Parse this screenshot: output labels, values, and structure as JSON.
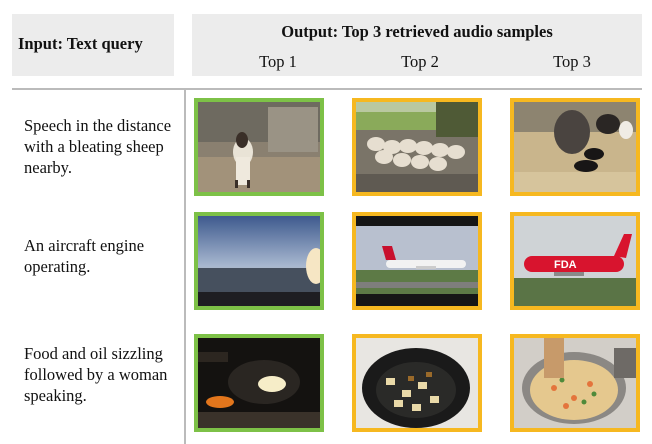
{
  "header": {
    "input_title": "Input: Text query",
    "output_title": "Output: Top 3 retrieved audio samples",
    "columns": [
      "Top 1",
      "Top 2",
      "Top 3"
    ]
  },
  "rows": [
    {
      "query": "Speech in the distance with a bleating sheep nearby.",
      "results": [
        {
          "rank": "Top 1",
          "frame": "goat-standing-in-pen",
          "border": "#7dc147"
        },
        {
          "rank": "Top 2",
          "frame": "flock-of-sheep-on-road",
          "border": "#f6b820"
        },
        {
          "rank": "Top 3",
          "frame": "sheep-and-lambs-on-straw",
          "border": "#f6b820"
        }
      ]
    },
    {
      "query": "An aircraft engine operating.",
      "results": [
        {
          "rank": "Top 1",
          "frame": "view-from-airplane-window",
          "border": "#7dc147"
        },
        {
          "rank": "Top 2",
          "frame": "airliner-on-runway",
          "border": "#f6b820"
        },
        {
          "rank": "Top 3",
          "frame": "red-fda-airliner-taxiing",
          "border": "#f6b820",
          "overlay_text": "FDA"
        }
      ]
    },
    {
      "query": "Food and oil sizzling followed by a woman speaking.",
      "results": [
        {
          "rank": "Top 1",
          "frame": "frying-pan-on-stove",
          "border": "#7dc147"
        },
        {
          "rank": "Top 2",
          "frame": "vegetables-in-wok",
          "border": "#f6b820"
        },
        {
          "rank": "Top 3",
          "frame": "soup-in-pot",
          "border": "#f6b820"
        }
      ]
    }
  ]
}
